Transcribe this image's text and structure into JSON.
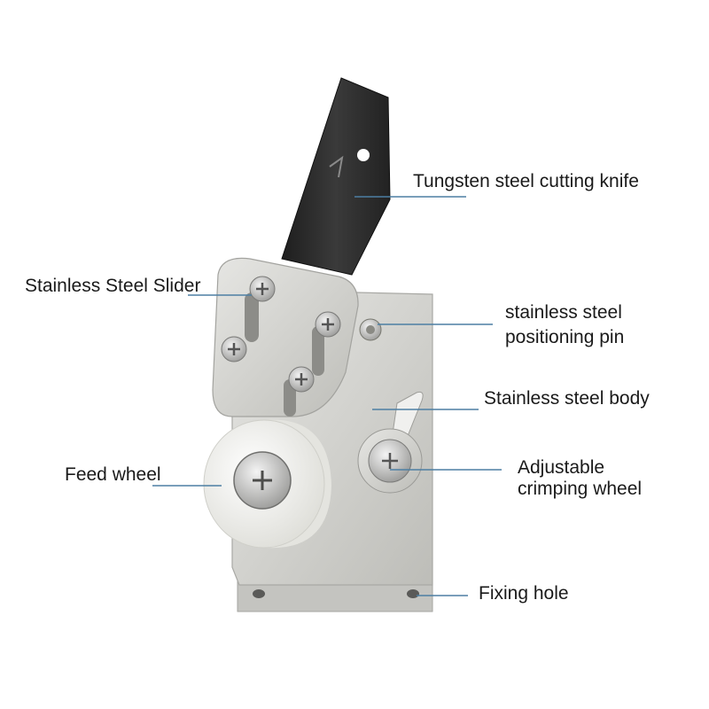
{
  "labels": {
    "knife": "Tungsten steel cutting knife",
    "slider": "Stainless Steel Slider",
    "pin_line1": "stainless steel",
    "pin_line2": "positioning pin",
    "body": "Stainless steel body",
    "feed_wheel": "Feed wheel",
    "crimp_line1": "Adjustable",
    "crimp_line2": "crimping wheel",
    "fixing_hole": "Fixing hole"
  },
  "colors": {
    "leader": "#4d7fa3",
    "steel": "#d6d6d2",
    "blade": "#2b2b2b",
    "wheel": "#f2f2ef"
  }
}
